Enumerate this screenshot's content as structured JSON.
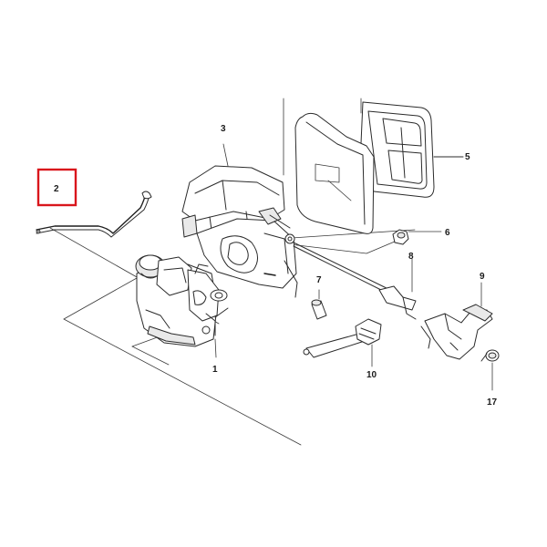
{
  "diagram": {
    "highlight_color": "#d9161c",
    "line_color": "#2b2b2b",
    "labels": {
      "p1": "1",
      "p2": "2",
      "p3": "3",
      "p5": "5",
      "p6": "6",
      "p7": "7",
      "p8": "8",
      "p9": "9",
      "p10": "10",
      "p17": "17"
    },
    "highlighted_part": "2"
  }
}
